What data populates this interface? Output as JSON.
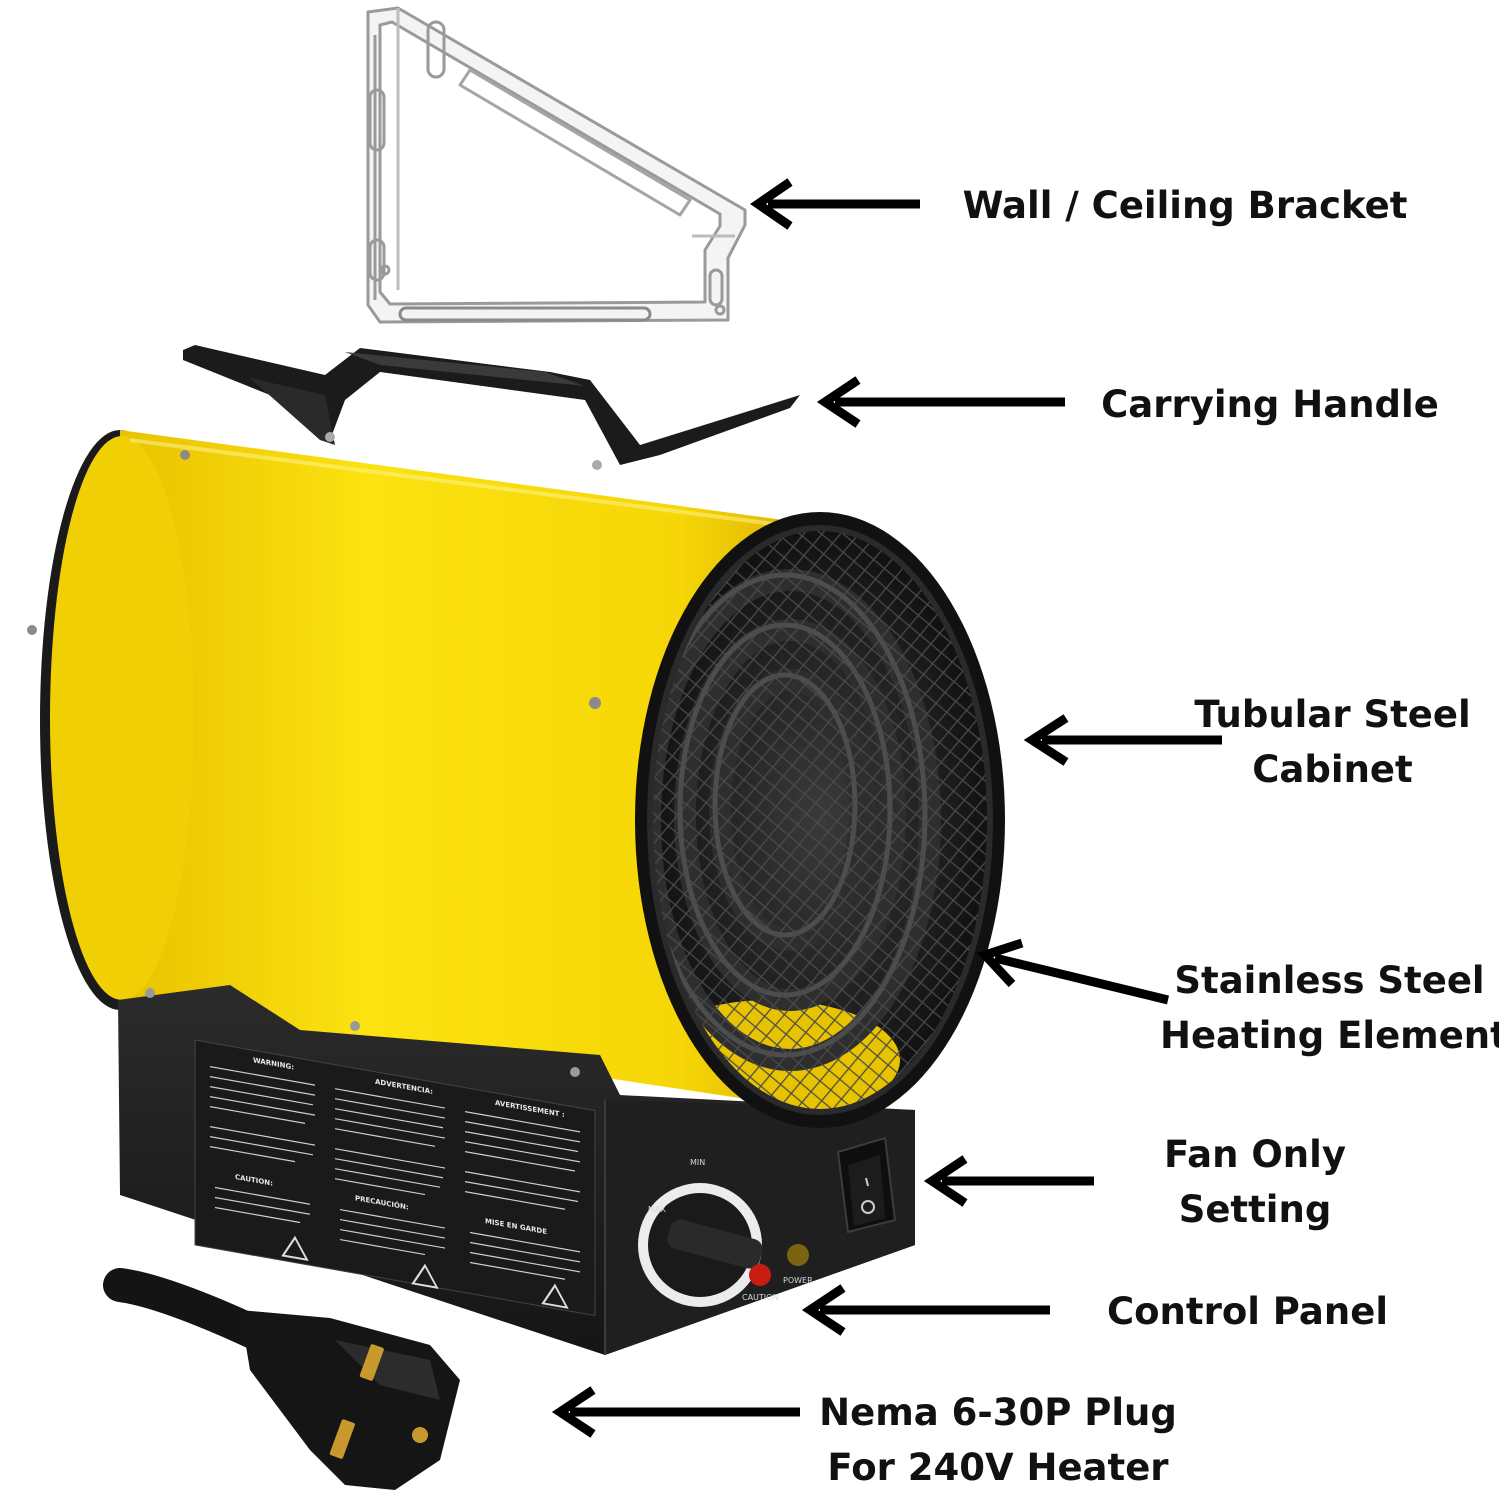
{
  "callouts": {
    "bracket": {
      "lines": [
        "Wall / Ceiling Bracket"
      ]
    },
    "handle": {
      "lines": [
        "Carrying Handle"
      ]
    },
    "cabinet": {
      "lines": [
        "Tubular Steel",
        "Cabinet"
      ]
    },
    "element": {
      "lines": [
        "Stainless Steel",
        "Heating Element"
      ]
    },
    "fan": {
      "lines": [
        "Fan Only",
        "Setting"
      ]
    },
    "panel": {
      "lines": [
        "Control Panel"
      ]
    },
    "plug": {
      "lines": [
        "Nema 6-30P Plug",
        "For 240V Heater"
      ]
    }
  },
  "panel_markings": {
    "dial_max": "MAX",
    "dial_min": "MIN",
    "caution_lamp": "CAUTION",
    "power_lamp": "POWER",
    "warning_en_title": "WARNING:",
    "warning_es_title": "ADVERTENCIA:",
    "warning_fr_title": "AVERTISSEMENT :",
    "caution_en_title": "CAUTION:",
    "caution_es_title": "PRECAUCIÓN:",
    "caution_fr_title": "MISE EN GARDE"
  },
  "colors": {
    "heater_body": "#f7d708",
    "metal_dark": "#1e1e1e",
    "label_text": "#111111"
  }
}
